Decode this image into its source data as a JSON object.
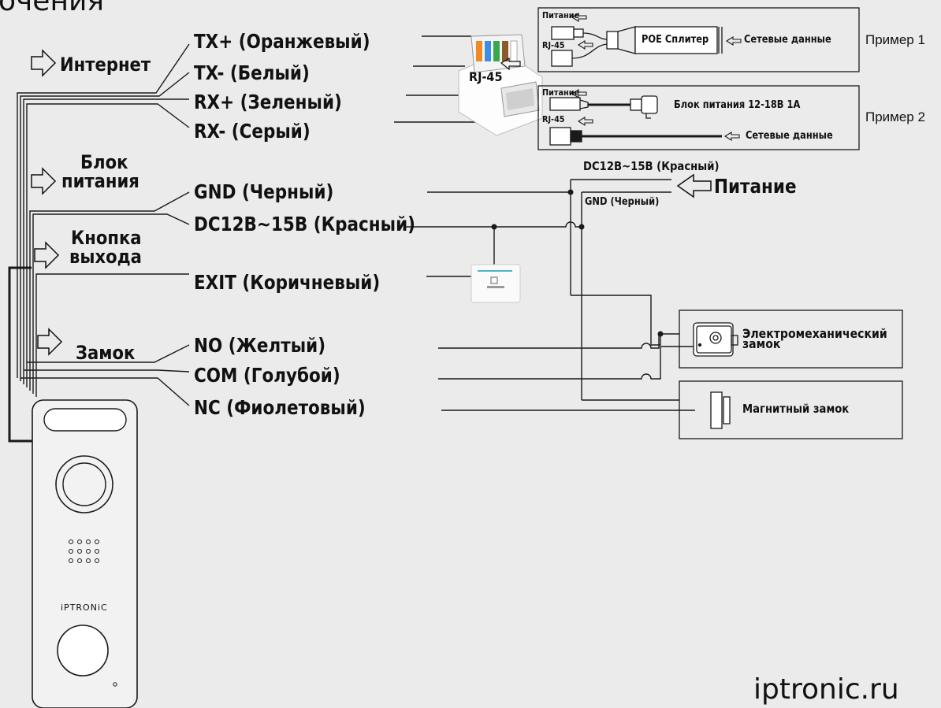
{
  "title": "очения",
  "footer_url": "iptronic.ru",
  "brand": "iPTRONiC",
  "categories": {
    "internet": "Интернет",
    "power": [
      "Блок",
      "питания"
    ],
    "exit_button": [
      "Кнопка",
      "выхода"
    ],
    "lock": "Замок"
  },
  "wires": {
    "tx_plus": "TX+ (Оранжевый)",
    "tx_minus": "TX- (Белый)",
    "rx_plus": "RX+ (Зеленый)",
    "rx_minus": "RX- (Серый)",
    "gnd": "GND (Черный)",
    "dc": "DC12В~15В (Красный)",
    "exit": "EXIT (Коричневый)",
    "no": "NO (Желтый)",
    "com": "COM (Голубой)",
    "nc": "NC (Фиолетовый)"
  },
  "rj45_label": "RJ-45",
  "example1": {
    "label": "Пример 1",
    "power": "Питание",
    "rj45": "RJ-45",
    "splitter": "POE Сплитер",
    "network": "Сетевые данные"
  },
  "example2": {
    "label": "Пример 2",
    "power": "Питание",
    "rj45": "RJ-45",
    "psu": "Блок питания 12-18В 1А",
    "network": "Сетевые данные"
  },
  "power_supply": {
    "dc_label": "DC12В~15В (Красный)",
    "gnd_label": "GND (Черный)",
    "label": "Питание"
  },
  "locks": {
    "electromechanical": [
      "Электромеханический",
      "замок"
    ],
    "magnetic": "Магнитный замок"
  },
  "colors": {
    "background": "#ebebeb",
    "line": "#1a1a1a",
    "rj45_body": "#ffffff",
    "panel_face": "#f2f2f2"
  }
}
